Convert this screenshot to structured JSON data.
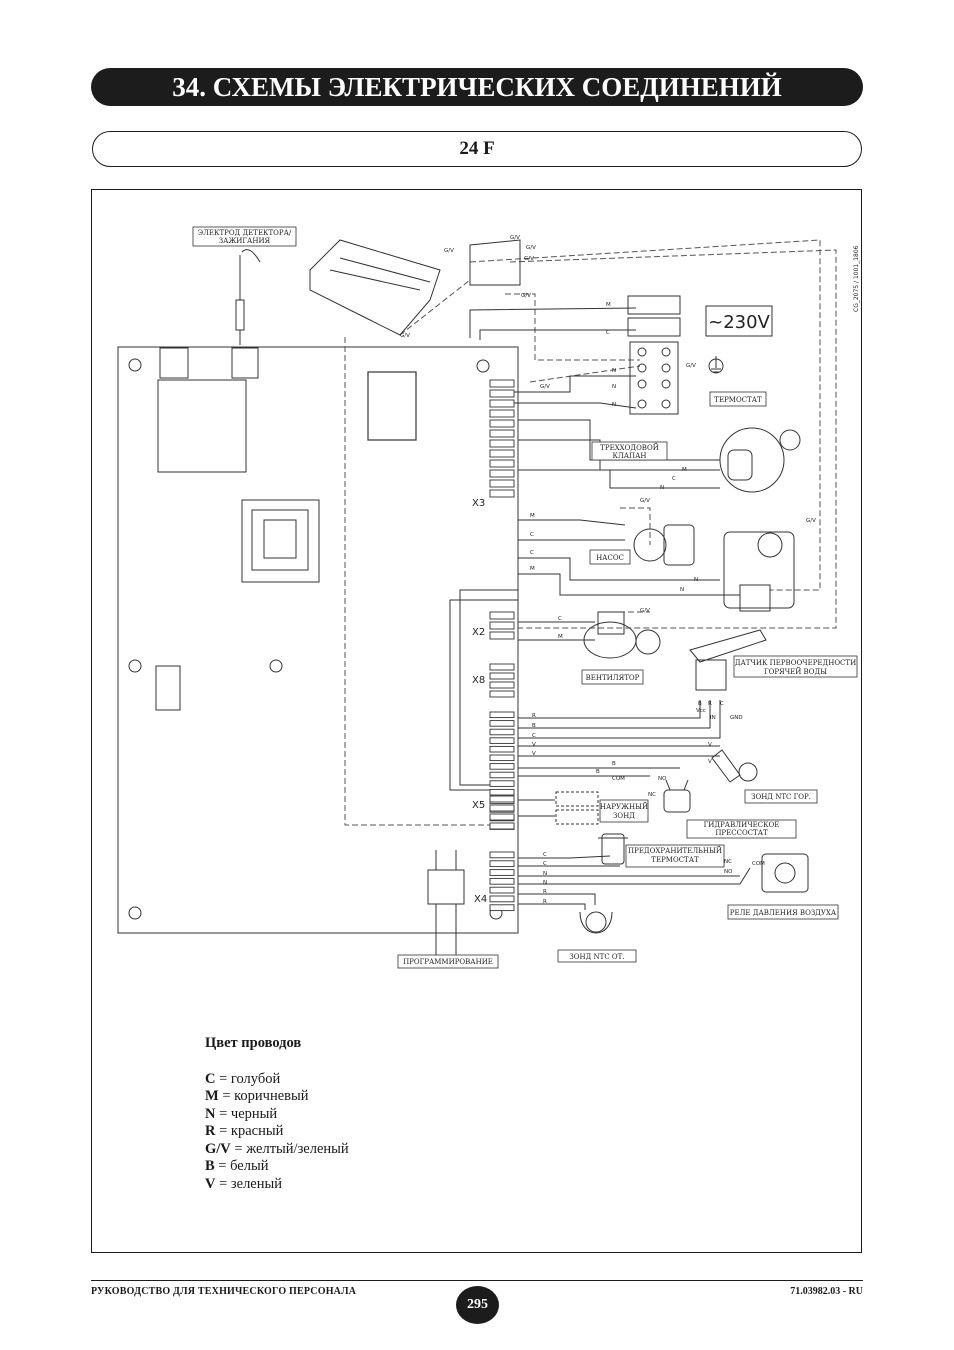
{
  "header": {
    "title": "34. СХЕМЫ ЭЛЕКТРИЧЕСКИХ СОЕДИНЕНИЙ",
    "subtitle": "24 F"
  },
  "diagram": {
    "code": "CG_2075 / 1001_1806",
    "mains": "~230V",
    "labels": {
      "electrode": [
        "ЭЛЕКТРОД ДЕТЕКТОРА/",
        "ЗАЖИГАНИЯ"
      ],
      "thermostat": "ТЕРМОСТАТ",
      "valve": [
        "ТРЕХХОДОВОЙ",
        "КЛАПАН"
      ],
      "pump": "НАСОС",
      "fan": "ВЕНТИЛЯТОР",
      "dhw_sensor": [
        "ДАТЧИК ПЕРВООЧЕРЕДНОСТИ",
        "ГОРЯЧЕЙ ВОДЫ"
      ],
      "ntc_dhw": "ЗОНД NTC ГОР.",
      "outdoor": [
        "НАРУЖНЫЙ",
        "ЗОНД"
      ],
      "hydraulic": [
        "ГИДРАВЛИЧЕСКОЕ",
        "ПРЕССОСТАТ"
      ],
      "safety": [
        "ПРЕДОХРАНИТЕЛЬНЫЙ",
        "ТЕРМОСТАТ"
      ],
      "air_relay": "РЕЛЕ ДАВЛЕНИЯ ВОЗДУХА",
      "ntc_ch": "ЗОНД NTC ОТ.",
      "programming": "ПРОГРАММИРОВАНИЕ"
    },
    "connectors": [
      "X3",
      "X2",
      "X8",
      "X5",
      "X4"
    ],
    "terminals": [
      "COM",
      "NO",
      "NC",
      "Vcc",
      "IN",
      "GND"
    ]
  },
  "legend": {
    "title": "Цвет проводов",
    "items": [
      {
        "code": "C",
        "text": " = голубой"
      },
      {
        "code": "M",
        "text": " = коричневый"
      },
      {
        "code": "N",
        "text": " = черный"
      },
      {
        "code": "R",
        "text": " = красный"
      },
      {
        "code": "G/V",
        "text": " = желтый/зеленый"
      },
      {
        "code": "B",
        "text": " = белый"
      },
      {
        "code": "V",
        "text": " = зеленый"
      }
    ]
  },
  "footer": {
    "left": "РУКОВОДСТВО ДЛЯ ТЕХНИЧЕСКОГО ПЕРСОНАЛА",
    "page": "295",
    "right": "71.03982.03 - RU"
  }
}
